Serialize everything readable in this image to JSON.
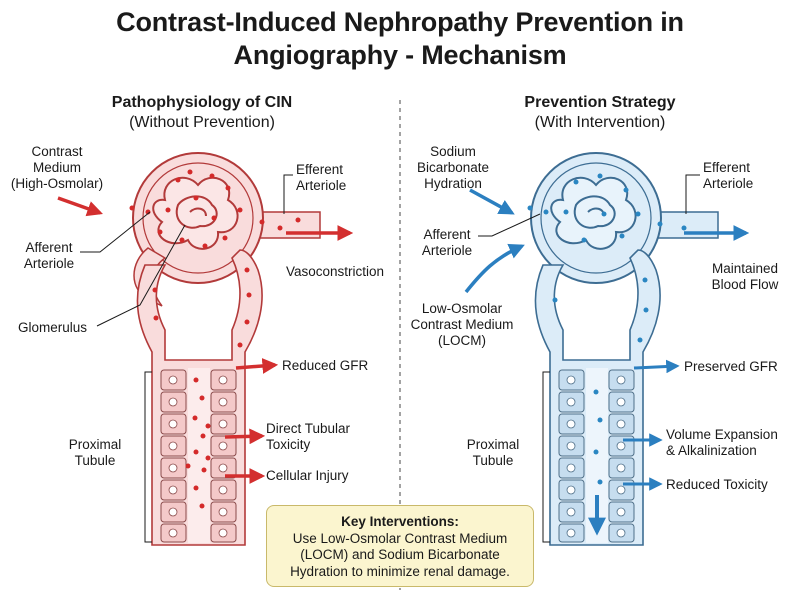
{
  "title_line1": "Contrast-Induced Nephropathy Prevention in",
  "title_line2": "Angiography - Mechanism",
  "left_panel": {
    "heading": "Pathophysiology of CIN",
    "subheading": "(Without Prevention)",
    "labels": {
      "contrast": [
        "Contrast",
        "Medium",
        "(High-Osmolar)"
      ],
      "efferent": [
        "Efferent",
        "Arteriole"
      ],
      "afferent": [
        "Afferent",
        "Arteriole"
      ],
      "vasoconstriction": "Vasoconstriction",
      "glomerulus": "Glomerulus",
      "reduced_gfr": "Reduced GFR",
      "proximal": [
        "Proximal",
        "Tubule"
      ],
      "toxicity": [
        "Direct Tubular",
        "Toxicity"
      ],
      "injury": "Cellular Injury"
    }
  },
  "right_panel": {
    "heading": "Prevention Strategy",
    "subheading": "(With Intervention)",
    "labels": {
      "bicarb": [
        "Sodium",
        "Bicarbonate",
        "Hydration"
      ],
      "efferent": [
        "Efferent",
        "Arteriole"
      ],
      "afferent": [
        "Afferent",
        "Arteriole"
      ],
      "maintained": [
        "Maintained",
        "Blood Flow"
      ],
      "locm": [
        "Low-Osmolar",
        "Contrast Medium",
        "(LOCM)"
      ],
      "preserved_gfr": "Preserved GFR",
      "proximal": [
        "Proximal",
        "Tubule"
      ],
      "volume": [
        "Volume Expansion",
        "& Alkalinization"
      ],
      "reduced_toxicity": "Reduced Toxicity"
    }
  },
  "key_box": {
    "title": "Key Interventions:",
    "lines": [
      "Use Low-Osmolar Contrast Medium",
      "(LOCM) and Sodium Bicarbonate",
      "Hydration to minimize renal damage."
    ]
  },
  "colors": {
    "cin_fill": "#f9dcdc",
    "cin_stroke": "#b23a3a",
    "cin_dot": "#d42a2a",
    "cin_arrow": "#d32f2f",
    "prev_fill": "#dcecf8",
    "prev_stroke": "#3d6d93",
    "prev_dot": "#2a86c2",
    "prev_arrow": "#2b7fc0",
    "key_fill": "#fbf5cf"
  }
}
